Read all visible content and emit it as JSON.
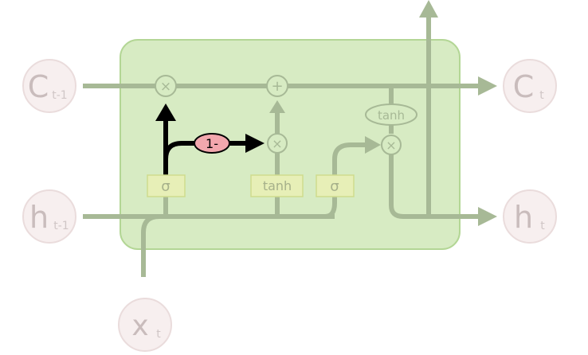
{
  "diagram": {
    "inputs": {
      "c_prev": {
        "main": "C",
        "sub": "t-1"
      },
      "h_prev": {
        "main": "h",
        "sub": "t-1"
      },
      "x": {
        "main": "x",
        "sub": "t"
      }
    },
    "outputs": {
      "c_next": {
        "main": "C",
        "sub": "t"
      },
      "h_next": {
        "main": "h",
        "sub": "t"
      }
    },
    "operators": {
      "multiply_forget": "×",
      "add_cell": "+",
      "multiply_input": "×",
      "multiply_output": "×"
    },
    "gates": {
      "sigma_forget": "σ",
      "tanh_candidate": "tanh",
      "sigma_output": "σ"
    },
    "cell_tanh": "tanh",
    "one_minus": "1-",
    "colors": {
      "cell_fill": "#d7ebc3",
      "cell_border": "#b3d695",
      "flow_line": "#a7b996",
      "highlight_path": "#000000",
      "one_minus_fill": "#f2a7ad",
      "circle_fill": "#f7efef",
      "circle_stroke": "#eadcdc"
    }
  }
}
